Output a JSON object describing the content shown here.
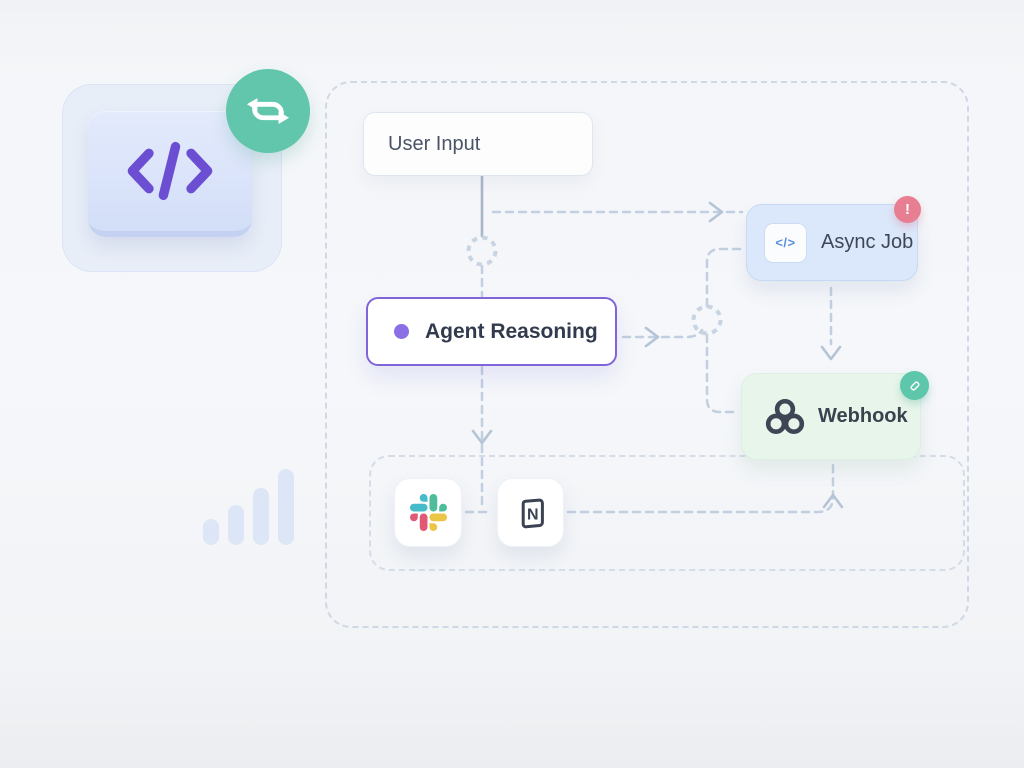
{
  "hero": {
    "code_glyph": "</>",
    "sync_badge_icon": "sync-arrows-icon"
  },
  "flow": {
    "user_input": {
      "label": "User Input"
    },
    "agent_reasoning": {
      "label": "Agent Reasoning"
    },
    "async_job": {
      "label": "Async Job",
      "chip_glyph": "</>",
      "alert_glyph": "!"
    },
    "webhook": {
      "label": "Webhook"
    },
    "integrations": {
      "slack_icon": "slack-logo-icon",
      "notion_icon": "notion-logo-icon",
      "notion_letter": "N"
    }
  },
  "decor": {
    "bar_heights": [
      26,
      40,
      57,
      76
    ],
    "bar_color": "#dce6f6"
  },
  "colors": {
    "accent_purple": "#8065da",
    "code_purple": "#6b4ed2",
    "node_blue_bg": "#dbe7fa",
    "node_green_bg": "#e8f5ea",
    "badge_teal": "#5ec6ab",
    "badge_rose": "#e77e91",
    "sync_badge_teal": "#61c6ab",
    "connector_gray": "#c2cfe0"
  }
}
